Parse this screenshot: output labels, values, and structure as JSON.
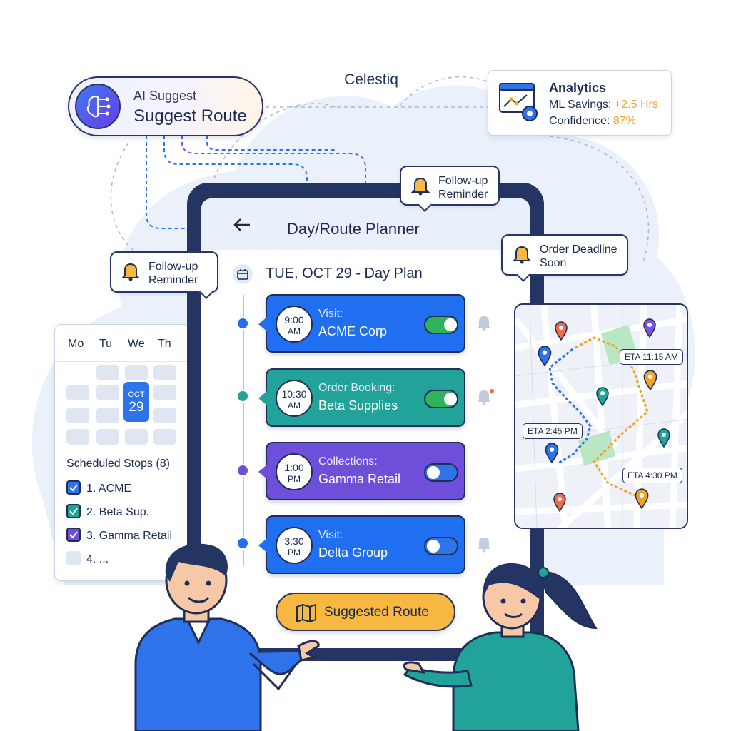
{
  "brand": "Celestiq",
  "ai_suggest": {
    "label": "AI Suggest",
    "title": "Suggest Route"
  },
  "analytics": {
    "title": "Analytics",
    "savings_label": "ML Savings:",
    "savings_value": "+2.5 Hrs",
    "confidence_label": "Confidence:",
    "confidence_value": "87%"
  },
  "reminders": {
    "top": "Follow-up\nReminder",
    "left": "Follow-up\nReminder",
    "deadline": "Order Deadline\nSoon"
  },
  "planner": {
    "title": "Day/Route Planner",
    "day": "TUE, OCT 29 - Day Plan",
    "stops": [
      {
        "time": "9:00",
        "ampm": "AM",
        "label": "Visit:",
        "name": "ACME Corp",
        "toggle_on": true,
        "color": "#1f6ff0"
      },
      {
        "time": "10:30",
        "ampm": "AM",
        "label": "Order Booking:",
        "name": "Beta Supplies",
        "toggle_on": true,
        "color": "#22a39a"
      },
      {
        "time": "1:00",
        "ampm": "PM",
        "label": "Collections:",
        "name": "Gamma Retail",
        "toggle_on": false,
        "color": "#6e4fd9"
      },
      {
        "time": "3:30",
        "ampm": "PM",
        "label": "Visit:",
        "name": "Delta Group",
        "toggle_on": false,
        "color": "#1f6ff0"
      }
    ],
    "suggested_button": "Suggested Route"
  },
  "calendar": {
    "weekdays": [
      "Mo",
      "Tu",
      "We",
      "Th"
    ],
    "today_month": "OCT",
    "today_day": "29",
    "stops_title": "Scheduled Stops (8)",
    "stops": [
      {
        "label": "1. ACME",
        "checked": true,
        "color": "#2f73ea"
      },
      {
        "label": "2. Beta Sup.",
        "checked": true,
        "color": "#22a39a"
      },
      {
        "label": "3. Gamma Retail",
        "checked": true,
        "color": "#6e4fd9"
      },
      {
        "label": "4. ...",
        "checked": false,
        "color": "#dfe6f2"
      }
    ]
  },
  "map": {
    "eta_1": "ETA 11:15 AM",
    "eta_2": "ETA 2:45 PM",
    "eta_3": "ETA 4:30 PM"
  },
  "colors": {
    "accent": "#f2a12a",
    "primary": "#1f6ff0",
    "teal": "#22a39a",
    "purple": "#6e4fd9",
    "navy": "#243563"
  }
}
